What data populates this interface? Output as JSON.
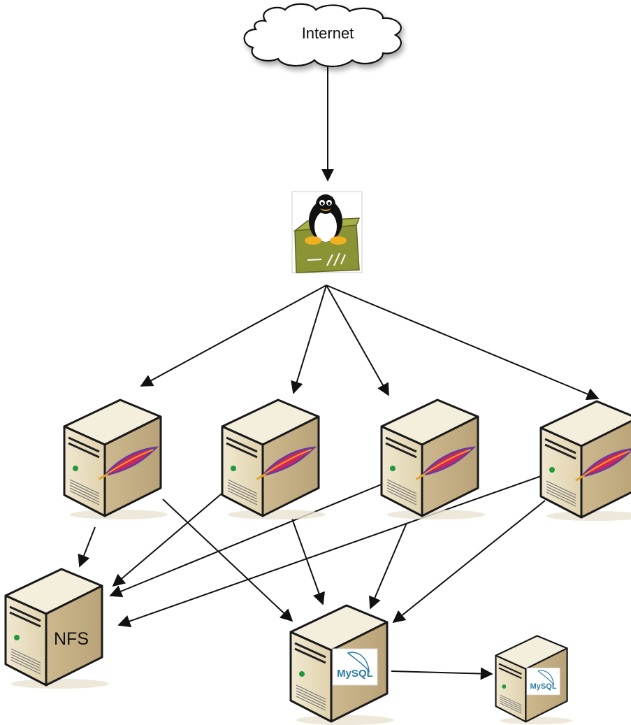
{
  "nodes": {
    "internet": {
      "label": "Internet",
      "icon": "cloud-icon"
    },
    "router": {
      "icon": "linux-penguin-router-icon"
    },
    "web_servers": [
      {
        "icon": "apache-feather-icon"
      },
      {
        "icon": "apache-feather-icon"
      },
      {
        "icon": "apache-feather-icon"
      },
      {
        "icon": "apache-feather-icon"
      }
    ],
    "nfs": {
      "label": "NFS",
      "icon": "server-icon"
    },
    "mysql_master": {
      "logo_text": "MySQL",
      "icon": "mysql-dolphin-icon"
    },
    "mysql_slave": {
      "logo_text": "MySQL",
      "icon": "mysql-dolphin-icon"
    }
  },
  "colors": {
    "server_body": "#eadfc4",
    "server_dark": "#c9b48a",
    "server_outline": "#1a1a1a",
    "router_green": "#8a9435",
    "apache_red": "#d0245a",
    "apache_purple": "#6c3a9a",
    "mysql_blue": "#2a7ba8",
    "mysql_orange": "#e28a1e",
    "arrow": "#111111"
  }
}
